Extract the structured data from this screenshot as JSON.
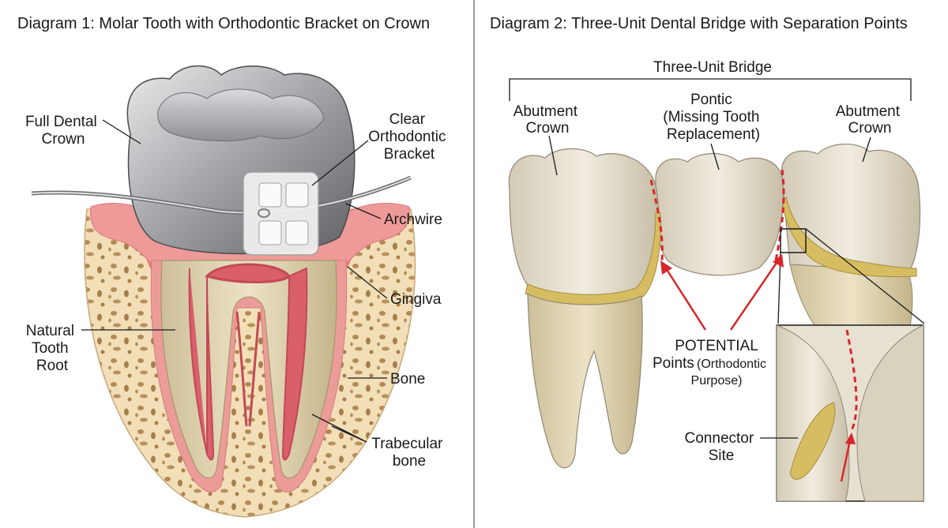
{
  "diagram1": {
    "title": "Diagram 1: Molar Tooth with Orthodontic Bracket on Crown",
    "labels": {
      "full_dental_crown": [
        "Full Dental",
        "Crown"
      ],
      "clear_bracket": [
        "Clear",
        "Orthodontic",
        "Bracket"
      ],
      "archwire": "Archwire",
      "gingiva": "Gingiva",
      "natural_root": [
        "Natural",
        "Tooth",
        "Root"
      ],
      "bone": "Bone",
      "trabecular_bone": [
        "Trabecular",
        "bone"
      ]
    }
  },
  "diagram2": {
    "title": "Diagram 2: Three-Unit Dental Bridge with Separation Points",
    "labels": {
      "three_unit_bridge": "Three-Unit Bridge",
      "abutment_left": [
        "Abutment",
        "Crown"
      ],
      "pontic": [
        "Pontic",
        "(Missing Tooth",
        "Replacement)"
      ],
      "abutment_right": [
        "Abutment",
        "Crown"
      ],
      "potential_points": [
        "POTENTIAL",
        "Points",
        "(Orthodontic",
        "Purpose)"
      ],
      "connector_site": [
        "Connector",
        "Site"
      ]
    }
  },
  "colors": {
    "crown_metal": "#a9abae",
    "gingiva": "#e98a8c",
    "bone": "#f1dcb4",
    "tooth_enamel": "#e9e3d4",
    "gold_margin": "#d7bd62",
    "separation_red": "#d8262b"
  }
}
